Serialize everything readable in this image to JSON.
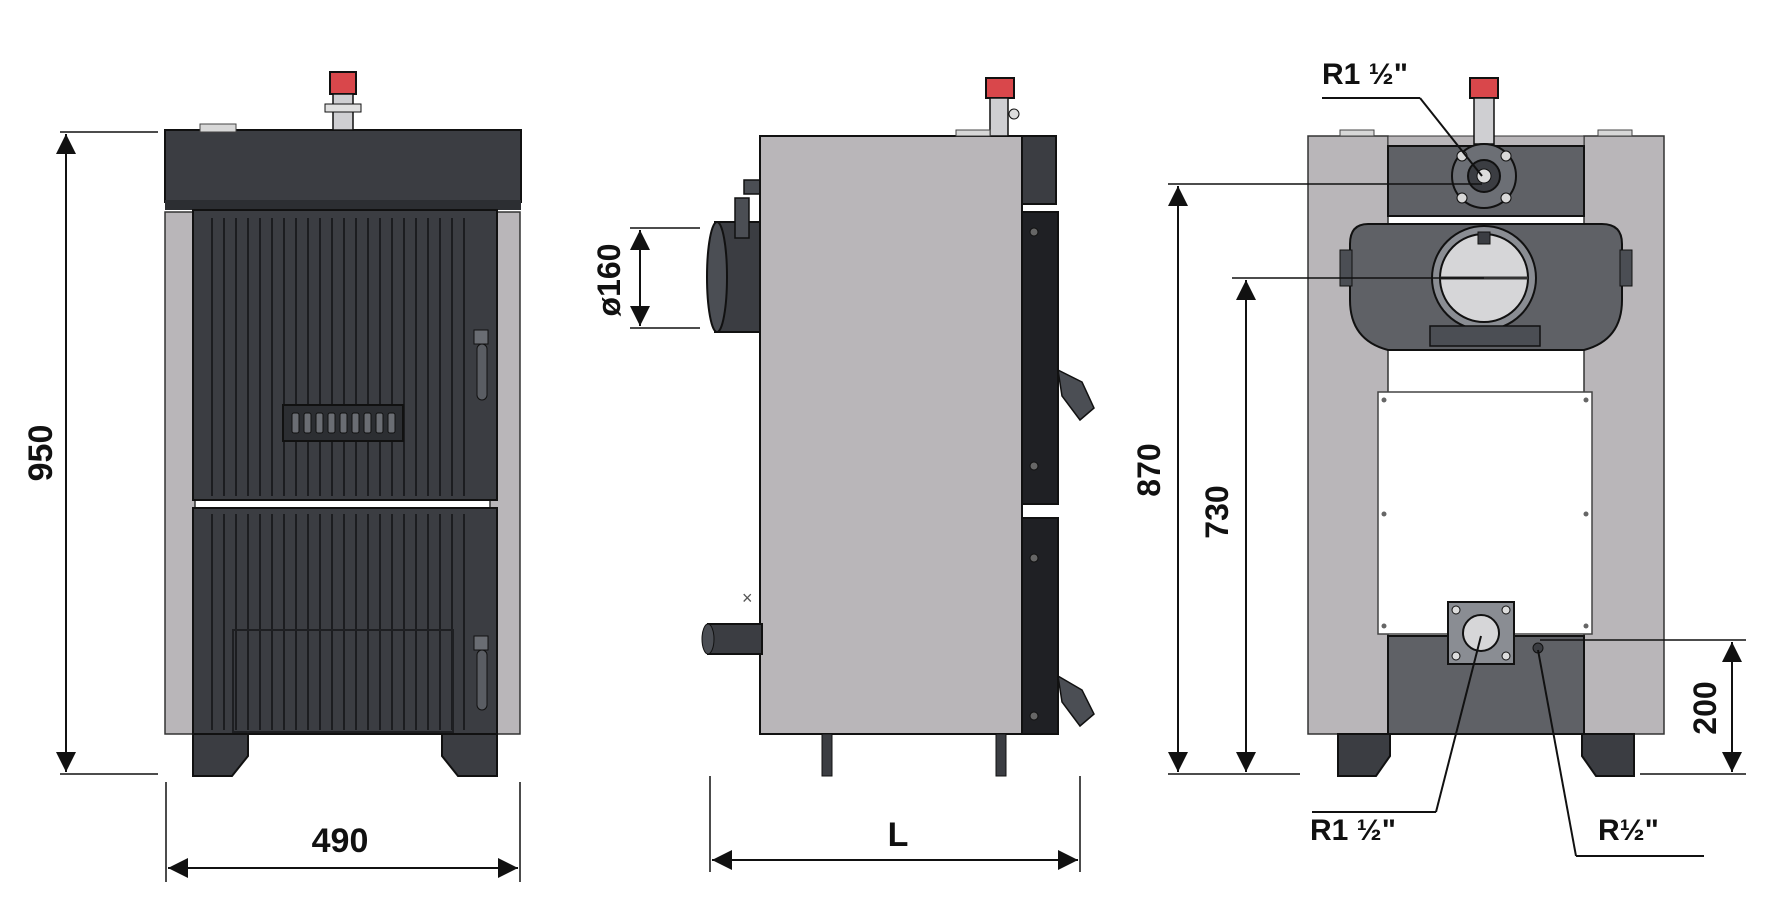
{
  "diagram": {
    "front_view": {
      "height_label": "950",
      "width_label": "490"
    },
    "side_view": {
      "flue_label": "ø160",
      "length_label": "L"
    },
    "rear_view": {
      "top_connection_label": "R1 ½\"",
      "height_870_label": "870",
      "height_730_label": "730",
      "height_200_label": "200",
      "bottom_connection_left_label": "R1 ½\"",
      "bottom_connection_right_label": "R½\""
    },
    "colors": {
      "body_dark": "#3b3d42",
      "panel_grey": "#b9b6b9",
      "outline": "#111111",
      "flange_red": "#d9474b",
      "cast_iron": "#5f6166"
    }
  }
}
